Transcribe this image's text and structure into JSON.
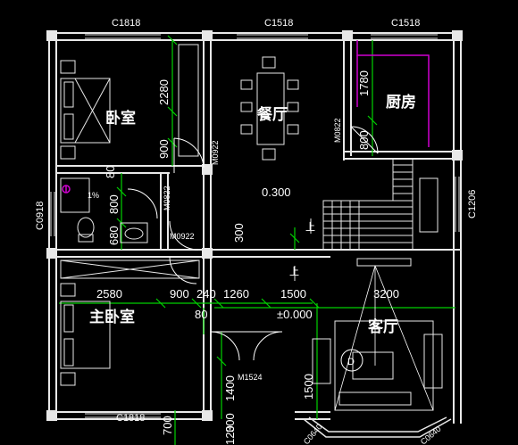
{
  "rooms": {
    "bedroom": "卧室",
    "dining": "餐厅",
    "kitchen": "厨房",
    "master_bedroom": "主卧室",
    "living": "客厅"
  },
  "windows": {
    "top_left": "C1818",
    "top_mid": "C1518",
    "top_right": "C1518",
    "bottom_left": "C1818",
    "left_side": "C0918",
    "right_side": "C1206",
    "bay_left": "C0640",
    "bay_right": "C0640"
  },
  "doors": {
    "m0922_a": "M0922",
    "m0822_a": "M0822",
    "m0922_b": "M0922",
    "m0822_b": "M0822",
    "m1524": "M1524"
  },
  "dims": {
    "d2280": "2280",
    "d900a": "900",
    "d80a": "80",
    "d1780": "1780",
    "d800a": "800",
    "d800b": "800",
    "d680": "680",
    "d300a": "300",
    "d0300": "0.300",
    "d2580": "2580",
    "d900b": "900",
    "d240": "240",
    "d1260": "1260",
    "d1500a": "1500",
    "d3200": "3200",
    "d80b": "80",
    "d0000": "±0.000",
    "d1400": "1400",
    "d300b": "300",
    "d1500b": "1500",
    "d700": "700",
    "d120": "120"
  },
  "symbols": {
    "d_mark": "D",
    "up_mark": "上",
    "up_mark2": "上",
    "slope": "1%"
  }
}
